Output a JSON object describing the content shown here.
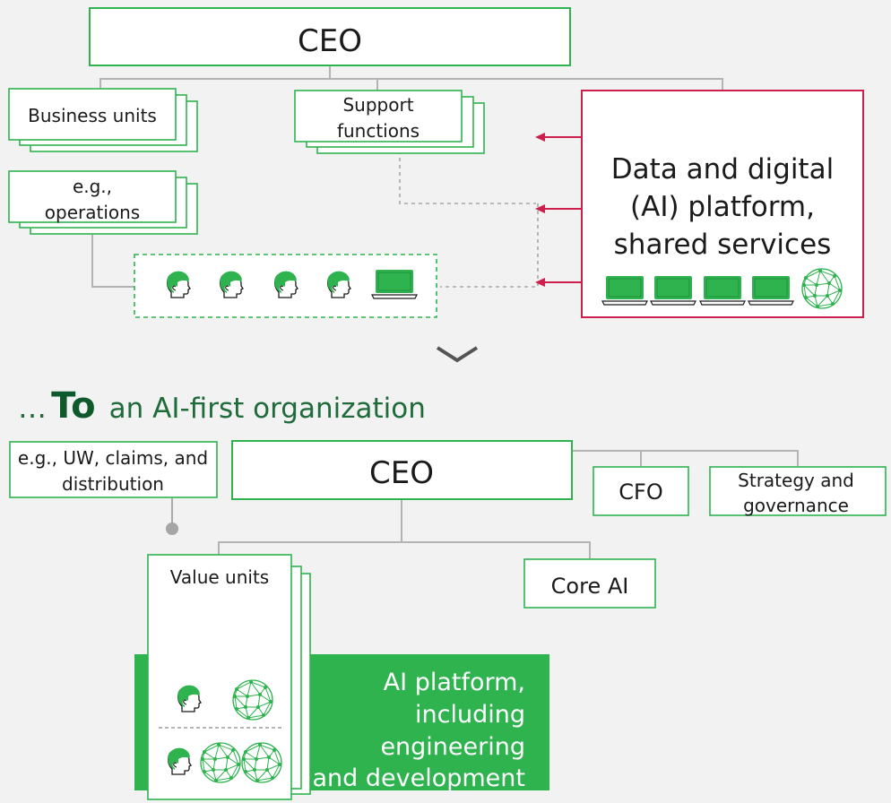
{
  "top": {
    "ceo": "CEO",
    "business_units": "Business units",
    "support_functions": [
      "Support",
      "functions"
    ],
    "example_ops": [
      "e.g.,",
      "operations"
    ],
    "platform_text": [
      "Data and digital",
      "(AI) platform,",
      "shared services"
    ]
  },
  "heading": {
    "dots": "…",
    "to": "To",
    "rest": "an AI-first organization"
  },
  "bottom": {
    "example_uw": [
      "e.g., UW, claims, and",
      "distribution"
    ],
    "ceo": "CEO",
    "cfo": "CFO",
    "strategy": [
      "Strategy and",
      "governance"
    ],
    "value_units": "Value units",
    "core_ai": "Core AI",
    "ai_platform": [
      "AI platform,",
      "including",
      "engineering",
      "and development"
    ]
  },
  "colors": {
    "green": "#2eb34f",
    "accent_red": "#cc1f4e",
    "connector_gray": "#b3b3b3"
  },
  "icons": [
    "person-head-icon",
    "laptop-icon",
    "ai-sphere-icon",
    "chevron-down-icon",
    "arrow-left-icon"
  ]
}
